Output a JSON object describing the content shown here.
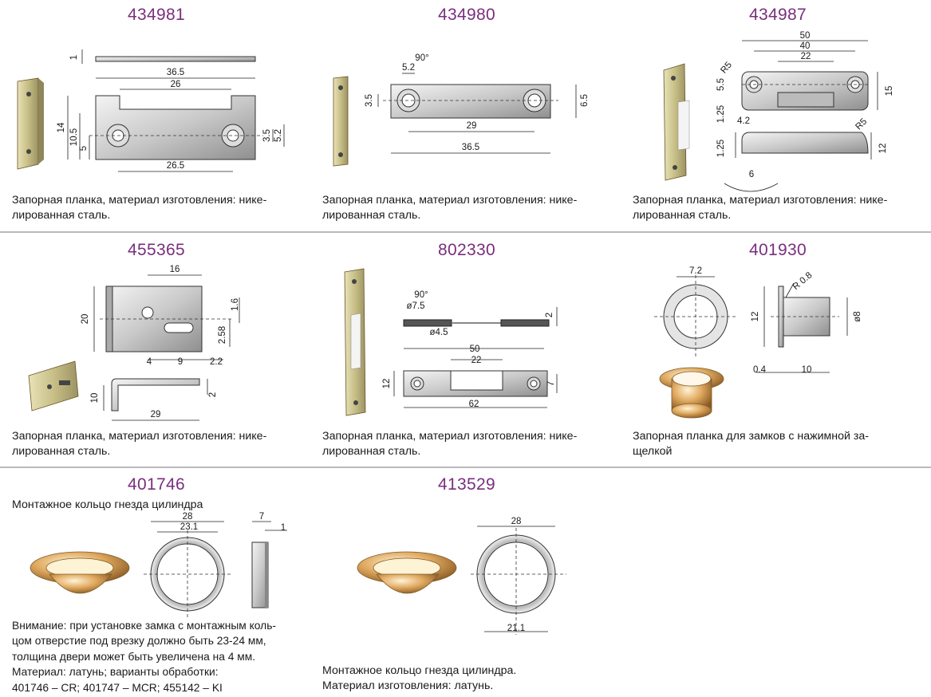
{
  "products": [
    {
      "code": "434981",
      "desc": [
        "Запорная планка, материал изготовления: нике-",
        "лированная сталь."
      ]
    },
    {
      "code": "434980",
      "desc": [
        "Запорная планка, материал изготовления: нике-",
        "лированная сталь."
      ]
    },
    {
      "code": "434987",
      "desc": [
        "Запорная планка, материал изготовления: нике-",
        "лированная сталь."
      ]
    },
    {
      "code": "455365",
      "desc": [
        "Запорная планка, материал изготовления: нике-",
        "лированная сталь."
      ]
    },
    {
      "code": "802330",
      "desc": [
        "Запорная планка, материал изготовления: нике-",
        "лированная сталь."
      ]
    },
    {
      "code": "401930",
      "desc": [
        "Запорная планка для замков с нажимной за-",
        "щелкой"
      ]
    },
    {
      "code": "401746",
      "subtitle": "Монтажное кольцо гнезда цилиндра",
      "desc": [
        "Внимание: при установке замка с монтажным коль-",
        "цом отверстие под врезку должно быть 23-24 мм,",
        "толщина двери может быть увеличена на 4 мм.",
        "Материал: латунь; варианты обработки:",
        "401746 – CR; 401747 – MCR; 455142 – KI"
      ]
    },
    {
      "code": "413529",
      "desc": [
        "Монтажное кольцо гнезда цилиндра.",
        "Материал изготовления: латунь."
      ]
    }
  ],
  "dims": {
    "d434981": {
      "t": "1",
      "w": "36.5",
      "slot": "26",
      "h": "14",
      "a": "10.5",
      "b": "5",
      "c": "3.5",
      "d": "5.2",
      "holes": "26.5"
    },
    "d434980": {
      "ang": "90°",
      "d": "5.2",
      "h": "3.5",
      "w": "6.5",
      "holes": "29",
      "len": "36.5"
    },
    "d434987": {
      "w": "50",
      "m": "40",
      "s": "22",
      "r": "R5",
      "a": "5.5",
      "h": "15",
      "b": "1.25",
      "c": "4.2",
      "r2": "R5",
      "d": "1.25",
      "e": "12",
      "f": "6"
    },
    "d455365": {
      "w": "16",
      "h": "20",
      "a": "1.6",
      "b": "2.58",
      "c": "4",
      "d": "9",
      "e": "2.2",
      "f": "10",
      "g": "2",
      "len": "29"
    },
    "d802330": {
      "ang": "90°",
      "a": "ø7.5",
      "b": "ø4.5",
      "t": "2",
      "w": "50",
      "s": "22",
      "h": "12",
      "d": "7",
      "len": "62"
    },
    "d401930": {
      "a": "7.2",
      "r": "R 0.8",
      "h": "12",
      "d": "ø8",
      "b": "0.4",
      "c": "10"
    },
    "d401746": {
      "a": "28",
      "b": "23.1",
      "c": "7",
      "d": "1"
    },
    "d413529": {
      "a": "28",
      "b": "21.1"
    }
  },
  "colors": {
    "code": "#7a2e7e",
    "separator": "#b9b9b9"
  }
}
